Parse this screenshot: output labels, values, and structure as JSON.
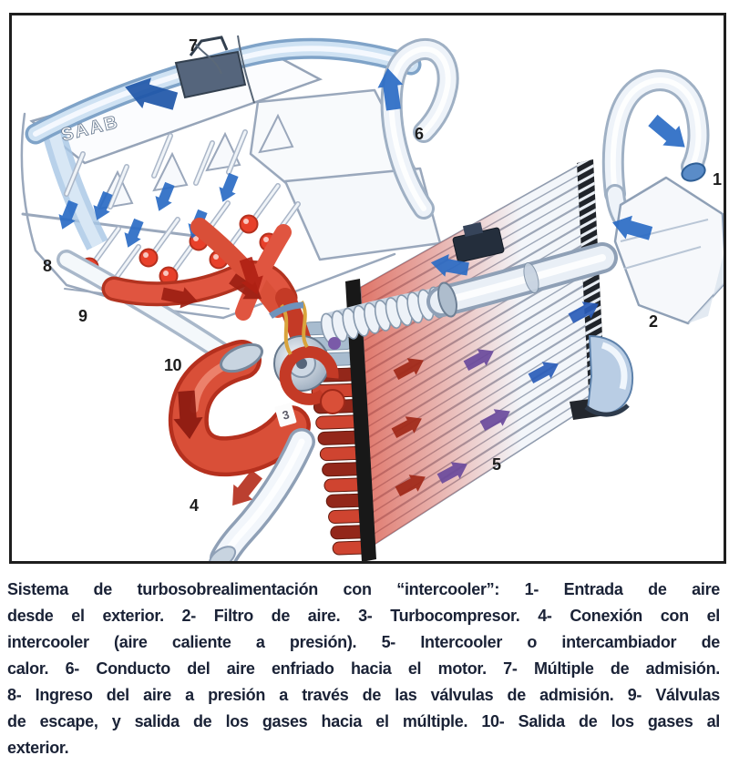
{
  "figure": {
    "brand": "SAAB",
    "markers": {
      "m1": "1",
      "m2": "2",
      "m3": "3",
      "m4": "4",
      "m5": "5",
      "m6": "6",
      "m7": "7",
      "m8": "8",
      "m9": "9",
      "m10": "10"
    }
  },
  "caption": {
    "lines": [
      "Sistema de turbosobrealimentación con “intercooler”: 1- Entrada de aire",
      "desde el exterior. 2- Filtro de aire. 3- Turbocompresor. 4- Conexión con el",
      "intercooler (aire caliente a presión). 5- Intercooler o intercambiador de",
      "calor. 6- Conducto del aire enfriado hacia el motor. 7- Múltiple de admisión.",
      "8- Ingreso del aire a presión a través de las válvulas de admisión. 9- Válvulas",
      "de escape, y salida de los gases hacia el múltiple. 10- Salida de los gases al",
      "exterior."
    ]
  },
  "colors": {
    "hot_red": "#d94f38",
    "dark_red_arrow": "#8c1a10",
    "cool_blue": "#2a6bc4",
    "purple_arrow": "#6a4a9c",
    "frame_border": "#1e1e1e",
    "caption_text": "#1a2236"
  }
}
